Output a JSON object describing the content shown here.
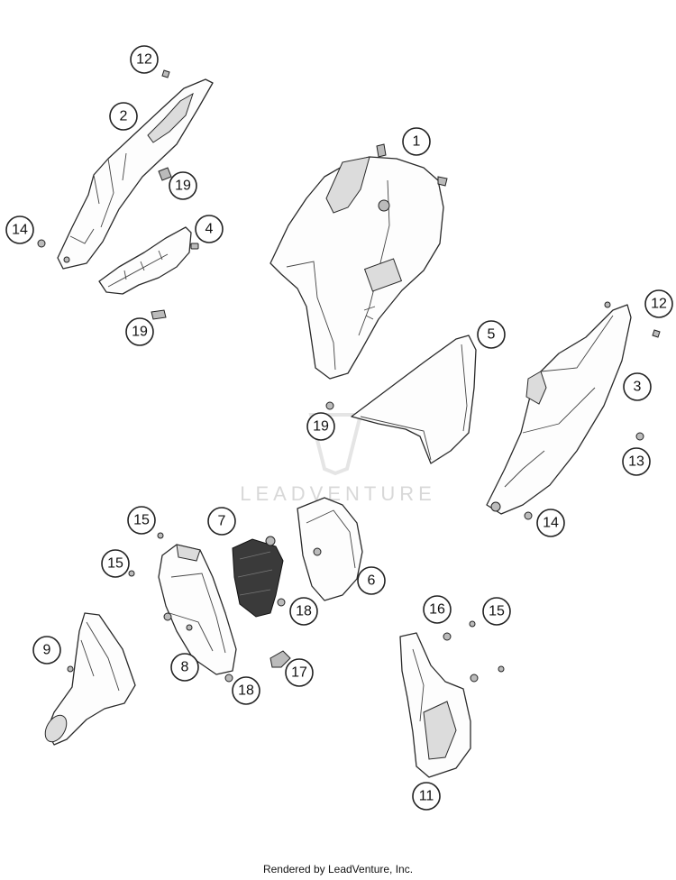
{
  "watermark": "LEADVENTURE",
  "footer": "Rendered by LeadVenture, Inc.",
  "callouts": {
    "c1": "1",
    "c2": "2",
    "c3": "3",
    "c4": "4",
    "c5": "5",
    "c6": "6",
    "c7": "7",
    "c8": "8",
    "c9": "9",
    "c11": "11",
    "c12a": "12",
    "c12b": "12",
    "c13": "13",
    "c14a": "14",
    "c14b": "14",
    "c15a": "15",
    "c15b": "15",
    "c15c": "15",
    "c16": "16",
    "c17": "17",
    "c18a": "18",
    "c18b": "18",
    "c19a": "19",
    "c19b": "19",
    "c19c": "19"
  }
}
